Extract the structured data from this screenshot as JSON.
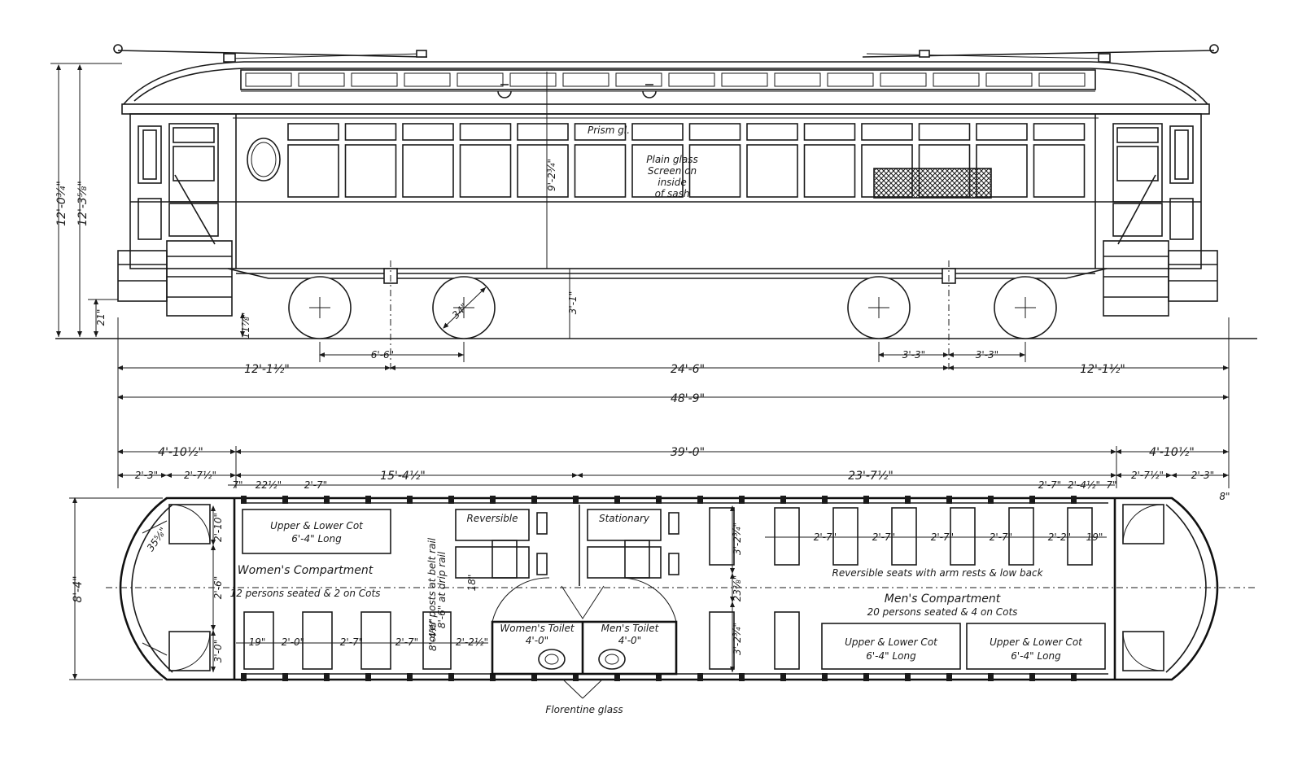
{
  "elevation": {
    "notes": {
      "prism_glass": "Prism gl.",
      "plain_glass_1": "Plain glass",
      "plain_glass_2": "Screen on",
      "plain_glass_3": "inside",
      "plain_glass_4": "of sash"
    },
    "dims": {
      "overall_height_a": "12'-0¾\"",
      "overall_height_b": "12'-3⅝\"",
      "floor_to_roof": "9'-2¾\"",
      "floor_height": "3'-1\"",
      "step_height": "21\"",
      "rail_clearance": "11⅞\"",
      "wheel_dia": "34\"",
      "wheelbase": "6'-6\"",
      "truck_half_a": "3'-3\"",
      "truck_half_b": "3'-3\"",
      "overhang_left": "12'-1½\"",
      "truck_centers": "24'-6\"",
      "overhang_right": "12'-1½\"",
      "overall_length": "48'-9\""
    }
  },
  "plan": {
    "top_dims": {
      "platform_left": "4'-10½\"",
      "body": "39'-0\"",
      "platform_right": "4'-10½\"",
      "seg_2_3_left": "2'-3\"",
      "seg_2_7_left": "2'-7½\"",
      "womens_len": "15'-4½\"",
      "mens_len": "23'-7½\"",
      "seg_2_7_right": "2'-7½\"",
      "seg_2_3_right": "2'-3\"",
      "d7_left": "7\"",
      "d22": "22½\"",
      "d27a": "2'-7\"",
      "d27b": "2'-7\"",
      "d24": "2'-4½\"",
      "d7_right": "7\"",
      "d8": "8\""
    },
    "width": "8'-4\"",
    "labels": {
      "upper_lower_cot_w": "Upper & Lower Cot",
      "cot_len_w": "6'-4\" Long",
      "womens_compartment": "Women's Compartment",
      "womens_seating": "12 persons seated & 2 on Cots",
      "reversible": "Reversible",
      "stationary": "Stationary",
      "womens_toilet": "Women's Toilet",
      "womens_toilet_dim": "4'-0\"",
      "mens_toilet": "Men's Toilet",
      "mens_toilet_dim": "4'-0\"",
      "reversible_seats": "Reversible seats with arm rests & low back",
      "mens_compartment": "Men's Compartment",
      "mens_seating": "20 persons seated & 4 on Cots",
      "upper_lower_cot_m1": "Upper & Lower Cot",
      "cot_len_m1": "6'-4\" Long",
      "upper_lower_cot_m2": "Upper & Lower Cot",
      "cot_len_m2": "6'-4\" Long",
      "florentine": "Florentine glass",
      "over_posts_1": "over posts at belt rail",
      "over_posts_2": "8'-6\" at drip rail",
      "over_posts_dim": "8'-4⅝\""
    },
    "inner_dims": {
      "aisle_top": "3'-2¾\"",
      "aisle_mid": "23⅜\"",
      "aisle_bot": "3'-2¾\"",
      "left_2_10": "2'-10\"",
      "left_2_6": "2'-6\"",
      "left_3_0": "3'-0\"",
      "left_35": "35⅝\"",
      "w19": "19\"",
      "w20": "2'-0\"",
      "w27a": "2'-7\"",
      "w27b": "2'-7\"",
      "w22": "2'-2½\"",
      "d18": "18\"",
      "m27a": "2'-7\"",
      "m27b": "2'-7\"",
      "m27c": "2'-7\"",
      "m27d": "2'-7\"",
      "m22": "2'-2\"",
      "m19": "19\""
    }
  }
}
